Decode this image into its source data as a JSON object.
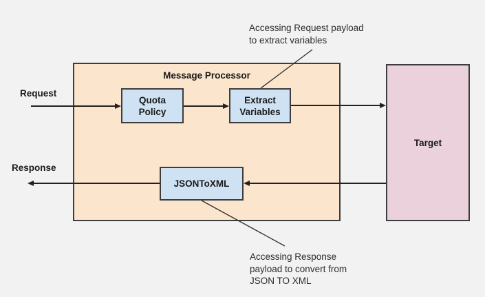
{
  "diagram": {
    "background": "#F2F2F2",
    "stroke_color": "#3D3D3D",
    "arrow_color": "#212121",
    "labels": {
      "request": "Request",
      "response": "Response"
    },
    "processor": {
      "title": "Message Processor",
      "fill": "#FCE5CD",
      "node_fill": "#CFE2F3",
      "nodes": {
        "quota": "Quota\nPolicy",
        "extract": "Extract\nVariables",
        "json_to_xml": "JSONToXML"
      }
    },
    "target": {
      "label": "Target",
      "fill": "#EAD1DC"
    },
    "annotations": {
      "request_payload": "Accessing Request payload\nto extract variables",
      "response_payload": "Accessing Response\npayload to convert from\nJSON TO XML"
    }
  }
}
